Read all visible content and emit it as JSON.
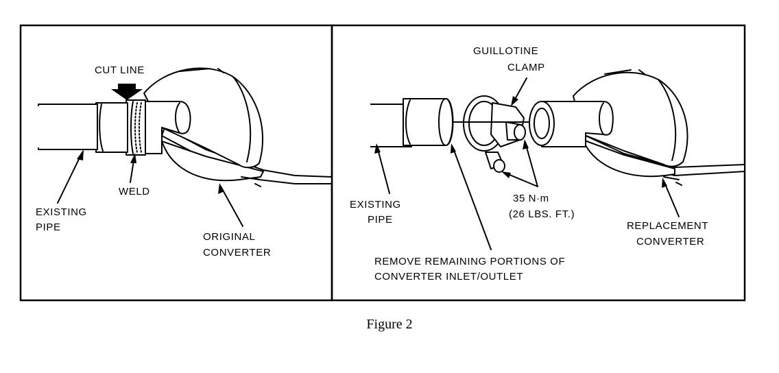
{
  "caption": "Figure 2",
  "left_panel": {
    "labels": {
      "cut_line": "CUT LINE",
      "weld": "WELD",
      "existing_pipe_1": "EXISTING",
      "existing_pipe_2": "PIPE",
      "original_converter_1": "ORIGINAL",
      "original_converter_2": "CONVERTER"
    }
  },
  "right_panel": {
    "labels": {
      "guillotine_clamp_1": "GUILLOTINE",
      "guillotine_clamp_2": "CLAMP",
      "existing_pipe_1": "EXISTING",
      "existing_pipe_2": "PIPE",
      "torque_1": "35 N·m",
      "torque_2": "(26 LBS. FT.)",
      "replacement_converter_1": "REPLACEMENT",
      "replacement_converter_2": "CONVERTER",
      "remove_1": "REMOVE REMAINING PORTIONS OF",
      "remove_2": "CONVERTER INLET/OUTLET"
    }
  }
}
